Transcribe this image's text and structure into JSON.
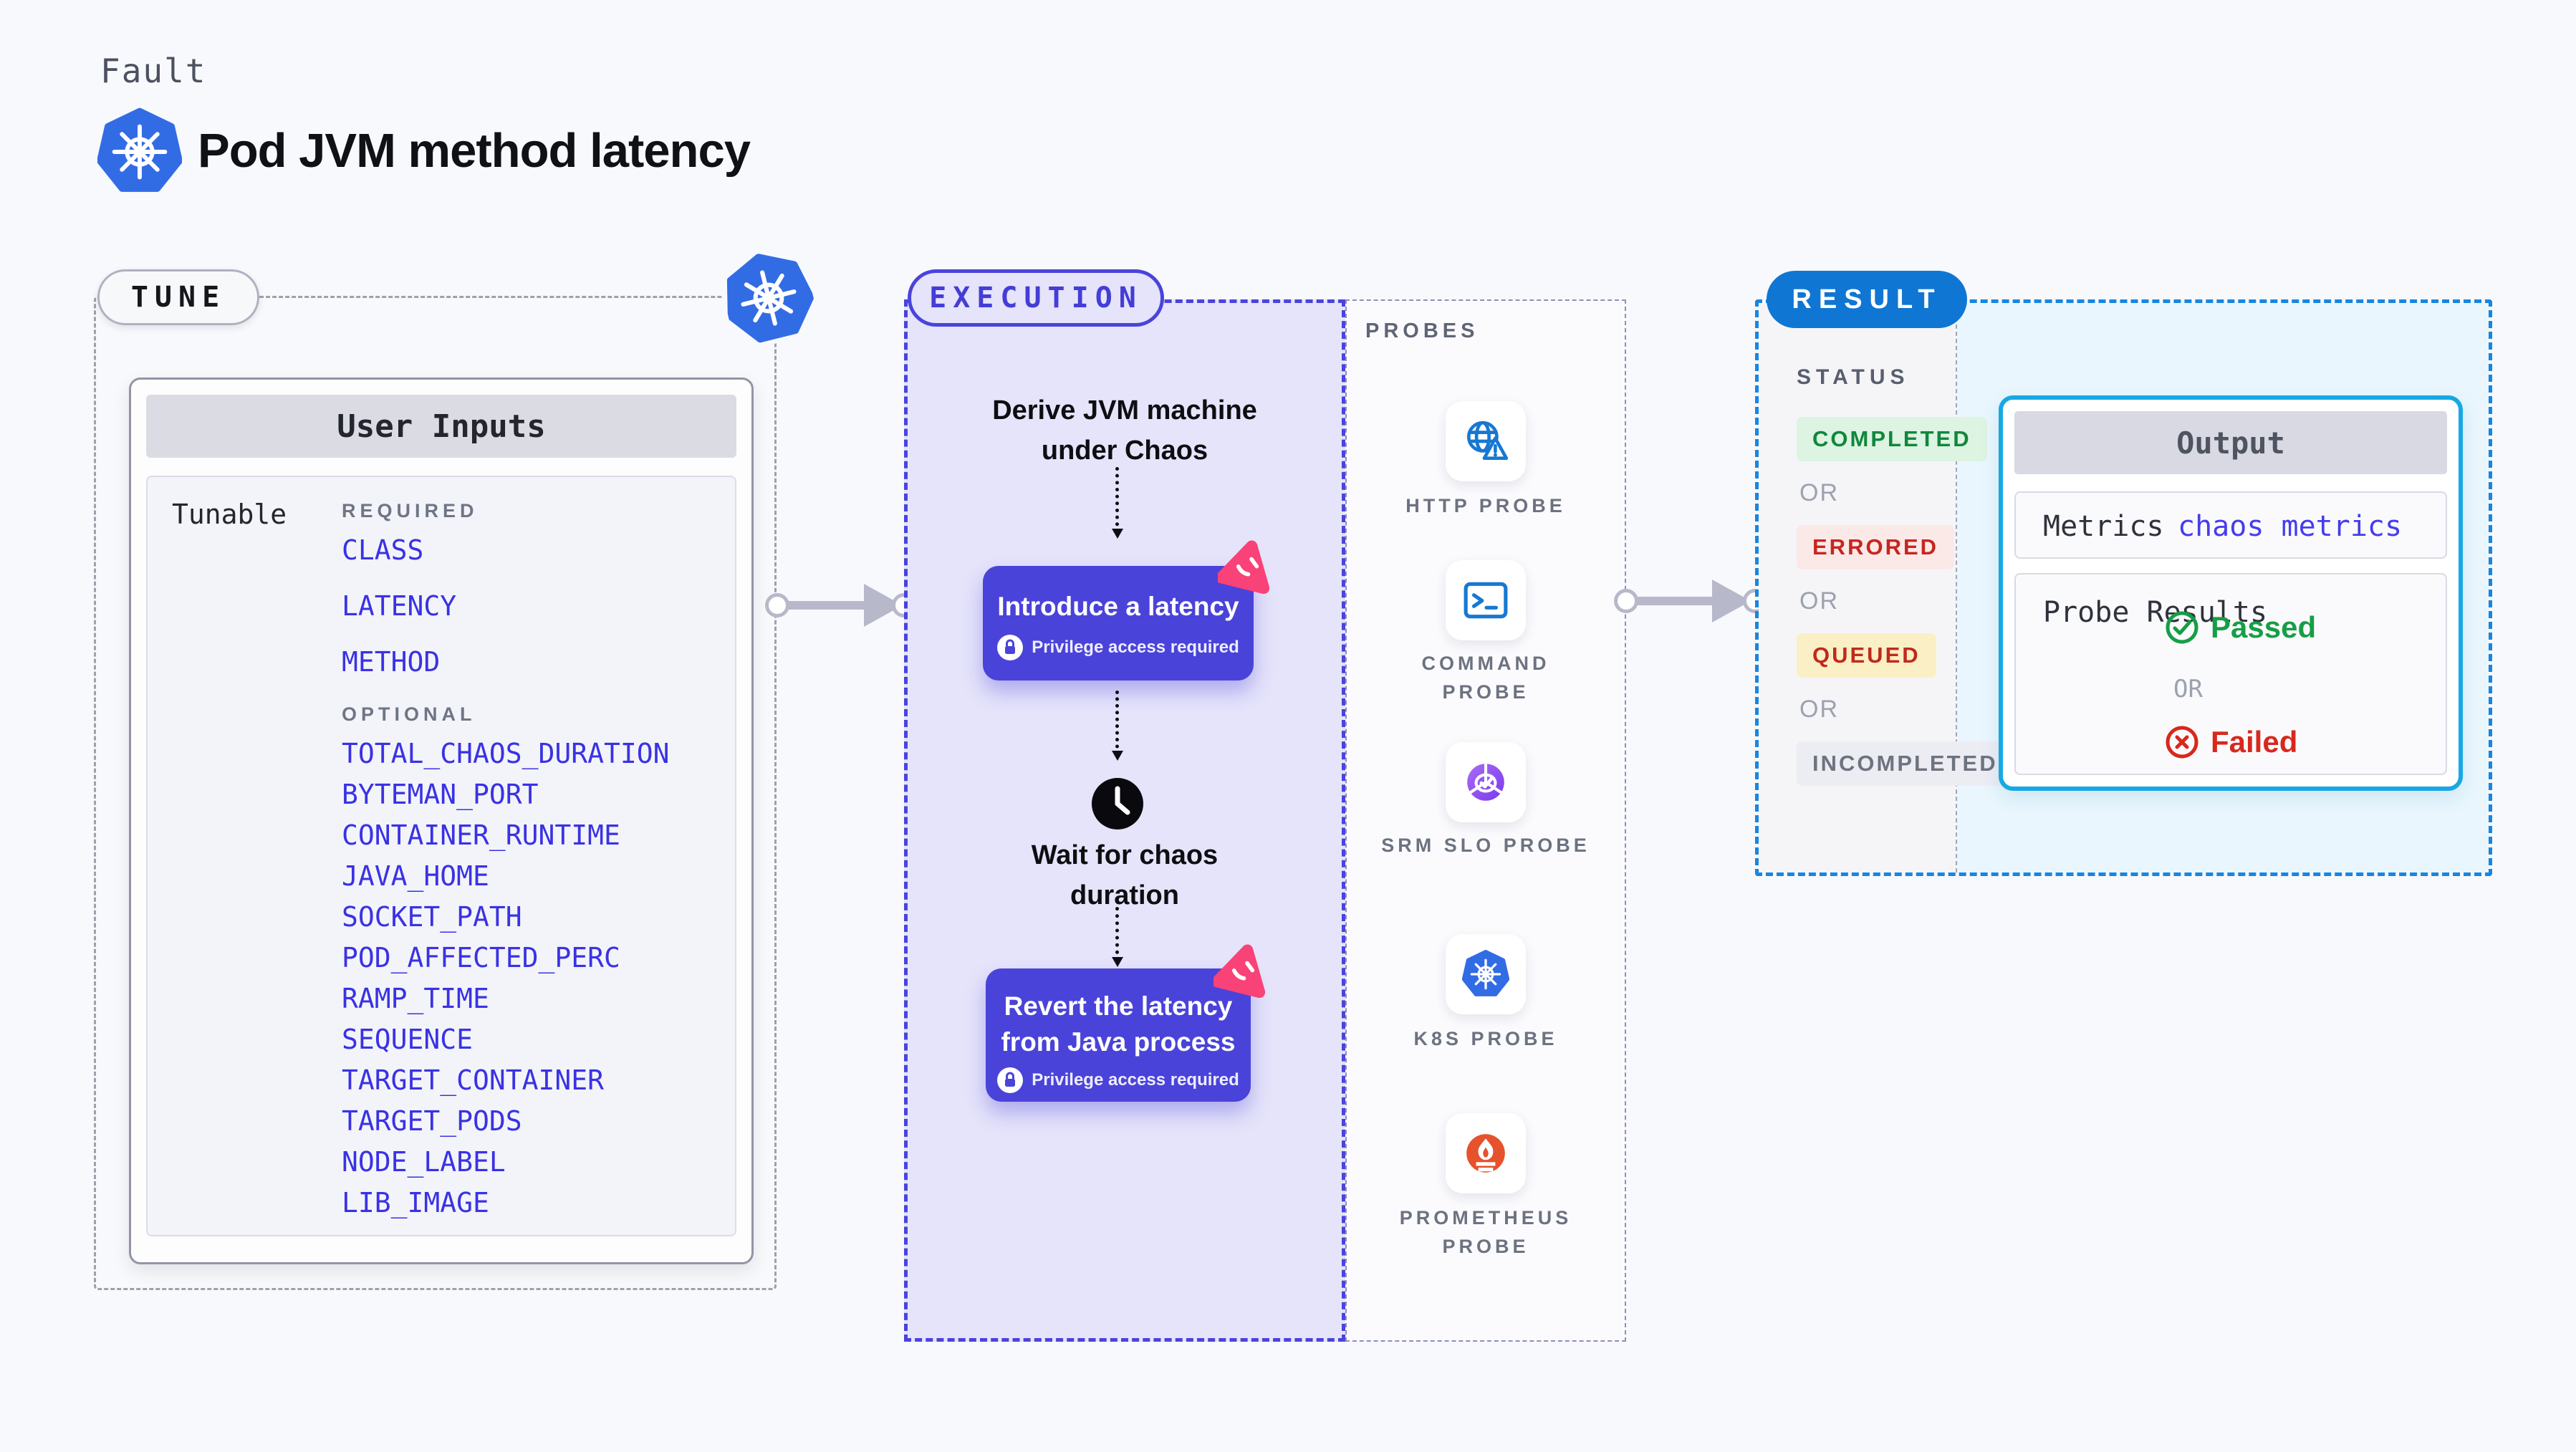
{
  "page": {
    "eyebrow": "Fault",
    "title": "Pod JVM method latency"
  },
  "tune": {
    "label": "TUNE",
    "card_title": "User Inputs",
    "row_label": "Tunable",
    "required_label": "REQUIRED",
    "optional_label": "OPTIONAL",
    "required": [
      "CLASS",
      "LATENCY",
      "METHOD"
    ],
    "optional": [
      "TOTAL_CHAOS_DURATION",
      "BYTEMAN_PORT",
      "CONTAINER_RUNTIME",
      "JAVA_HOME",
      "SOCKET_PATH",
      "POD_AFFECTED_PERC",
      "RAMP_TIME",
      "SEQUENCE",
      "TARGET_CONTAINER",
      "TARGET_PODS",
      "NODE_LABEL",
      "LIB_IMAGE"
    ]
  },
  "execution": {
    "label": "EXECUTION",
    "step1_line1": "Derive JVM machine",
    "step1_line2": "under Chaos",
    "action1": "Introduce a latency",
    "privilege_note": "Privilege access required",
    "wait_line1": "Wait for chaos",
    "wait_line2": "duration",
    "action2_line1": "Revert the latency",
    "action2_line2": "from Java process"
  },
  "probes": {
    "title": "PROBES",
    "items": [
      {
        "label": "HTTP PROBE",
        "icon": "globe-alert-icon"
      },
      {
        "label": "COMMAND PROBE",
        "icon": "terminal-icon"
      },
      {
        "label": "SRM SLO PROBE",
        "icon": "slo-gauge-icon"
      },
      {
        "label": "K8S PROBE",
        "icon": "kubernetes-icon"
      },
      {
        "label": "PROMETHEUS PROBE",
        "icon": "prometheus-icon"
      }
    ]
  },
  "result": {
    "label": "RESULT",
    "status_label": "STATUS",
    "or_label": "OR",
    "statuses": [
      {
        "label": "COMPLETED",
        "fg": "#11873C",
        "bg": "#DCF4E1"
      },
      {
        "label": "ERRORED",
        "fg": "#C6261F",
        "bg": "#FBE9E8"
      },
      {
        "label": "QUEUED",
        "fg": "#C02A1C",
        "bg": "#FBEFC5"
      },
      {
        "label": "INCOMPLETED",
        "fg": "#6E7380",
        "bg": "#ECEDF3"
      }
    ],
    "output": {
      "title": "Output",
      "metrics_label": "Metrics",
      "metrics_value": "chaos metrics",
      "probe_results_label": "Probe Results",
      "passed_label": "Passed",
      "failed_label": "Failed",
      "or_label": "OR"
    }
  },
  "colors": {
    "accent_indigo": "#4A43D9",
    "param_blue": "#3A32E4",
    "kubernetes_blue": "#326CE5",
    "probe_icon_blue": "#1778D2",
    "prometheus_orange": "#E6522C",
    "slo_purple": "#8B5CF6",
    "result_blue": "#0F76D4",
    "result_border_blue": "#1886E0",
    "output_border_cyan": "#17A8E4",
    "passed_green": "#169E46",
    "failed_red": "#D8281C",
    "chaos_pink": "#F94277"
  }
}
